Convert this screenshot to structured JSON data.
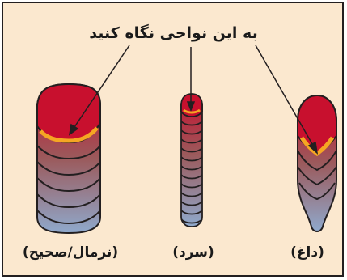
{
  "instruction": "به این نواحی نگاه کنید",
  "labels": {
    "normal": "(نرمال/صحیح)",
    "cold": "(سرد)",
    "hot": "(داغ)"
  },
  "colors": {
    "background": "#fbe8cf",
    "border": "#231f20",
    "bead_top": "#c8102e",
    "bead_middle": "#9b5a5c",
    "bead_bottom": "#8fa9cc",
    "highlight": "#f5a623"
  }
}
